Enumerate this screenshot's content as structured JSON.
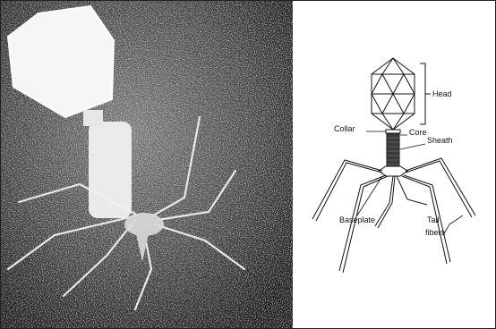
{
  "figure": {
    "photo": {
      "alt_subject": "electron micrograph of bacteriophage"
    },
    "diagram": {
      "labels": {
        "head": "Head",
        "collar": "Collar",
        "core": "Core",
        "sheath": "Sheath",
        "baseplate": "Baseplate",
        "tail": "Tail",
        "fibers": "fibers"
      }
    }
  },
  "colors": {
    "photo_background": "#000000",
    "photo_phage": "#f4f4f4",
    "diagram_line": "#111111",
    "sheath_fill": "#3a3a3a"
  }
}
